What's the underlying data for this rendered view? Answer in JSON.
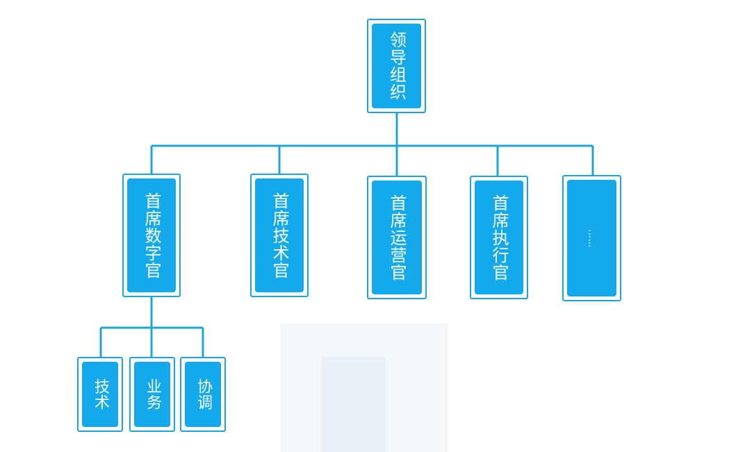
{
  "diagram": {
    "root": {
      "label": "领导组织"
    },
    "level2": [
      {
        "label": "首席数字官"
      },
      {
        "label": "首席技术官"
      },
      {
        "label": "首席运营官"
      },
      {
        "label": "首席执行官"
      },
      {
        "label": "......"
      }
    ],
    "level3": [
      {
        "label": "技术"
      },
      {
        "label": "业务"
      },
      {
        "label": "协调"
      }
    ],
    "colors": {
      "line": "#1aa3dc",
      "box_fill": "#13a9ea",
      "box_border": "#1aa3dc",
      "text": "#ffffff"
    }
  }
}
